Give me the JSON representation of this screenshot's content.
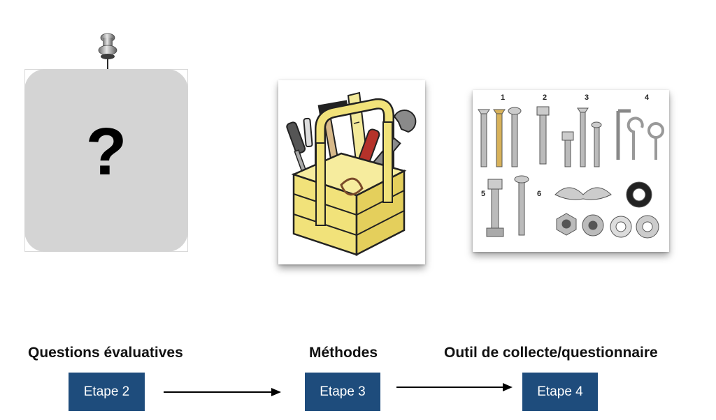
{
  "question_card": {
    "symbol": "?"
  },
  "icons": {
    "pin": "pushpin-icon",
    "toolbox": "toolbox-icon",
    "hardware": "screws-and-bolts-icon"
  },
  "hardware_labels": [
    "1",
    "2",
    "3",
    "4",
    "5",
    "6"
  ],
  "headings": {
    "questions": "Questions évaluatives",
    "methods": "Méthodes",
    "tool": "Outil de collecte/questionnaire"
  },
  "steps": [
    {
      "label": "Etape 2"
    },
    {
      "label": "Etape 3"
    },
    {
      "label": "Etape 4"
    }
  ],
  "colors": {
    "step_fill": "#1e4c7c",
    "step_text": "#ffffff",
    "card_fill": "#d4d4d4",
    "toolbox_wood": "#f1e27a"
  }
}
